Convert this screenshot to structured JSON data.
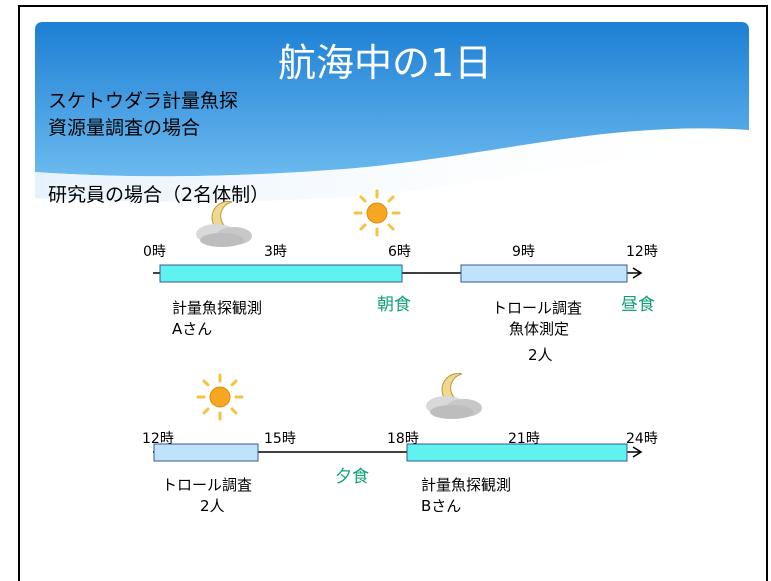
{
  "slide": {
    "title": "航海中の1日",
    "subtitle_line1": "スケトウダラ計量魚探",
    "subtitle_line2": "資源量調査の場合",
    "section": "研究員の場合（2名体制）"
  },
  "timeline_am": {
    "ticks": [
      "0時",
      "3時",
      "6時",
      "9時",
      "12時"
    ],
    "bar1_line1": "計量魚探観測",
    "bar1_line2": "Aさん",
    "meal_breakfast": "朝食",
    "bar2_line1": "トロール調査",
    "bar2_line2": "魚体測定",
    "bar2_line3": "2人",
    "meal_lunch": "昼食"
  },
  "timeline_pm": {
    "ticks": [
      "12時",
      "15時",
      "18時",
      "21時",
      "24時"
    ],
    "bar1_line1": "トロール調査",
    "bar1_line2": "2人",
    "meal_dinner": "夕食",
    "bar2_line1": "計量魚探観測",
    "bar2_line2": "Bさん"
  },
  "colors": {
    "frame": "#000000",
    "header_blue": "#3d9be0",
    "observation_bar": "#5ff2ee",
    "trawl_bar": "#bfe3fa",
    "bar_border": "#34579c",
    "meal_text": "#10a37a",
    "sun": "#f5a623"
  },
  "icons": [
    "sun-icon",
    "moon-cloud-icon"
  ]
}
